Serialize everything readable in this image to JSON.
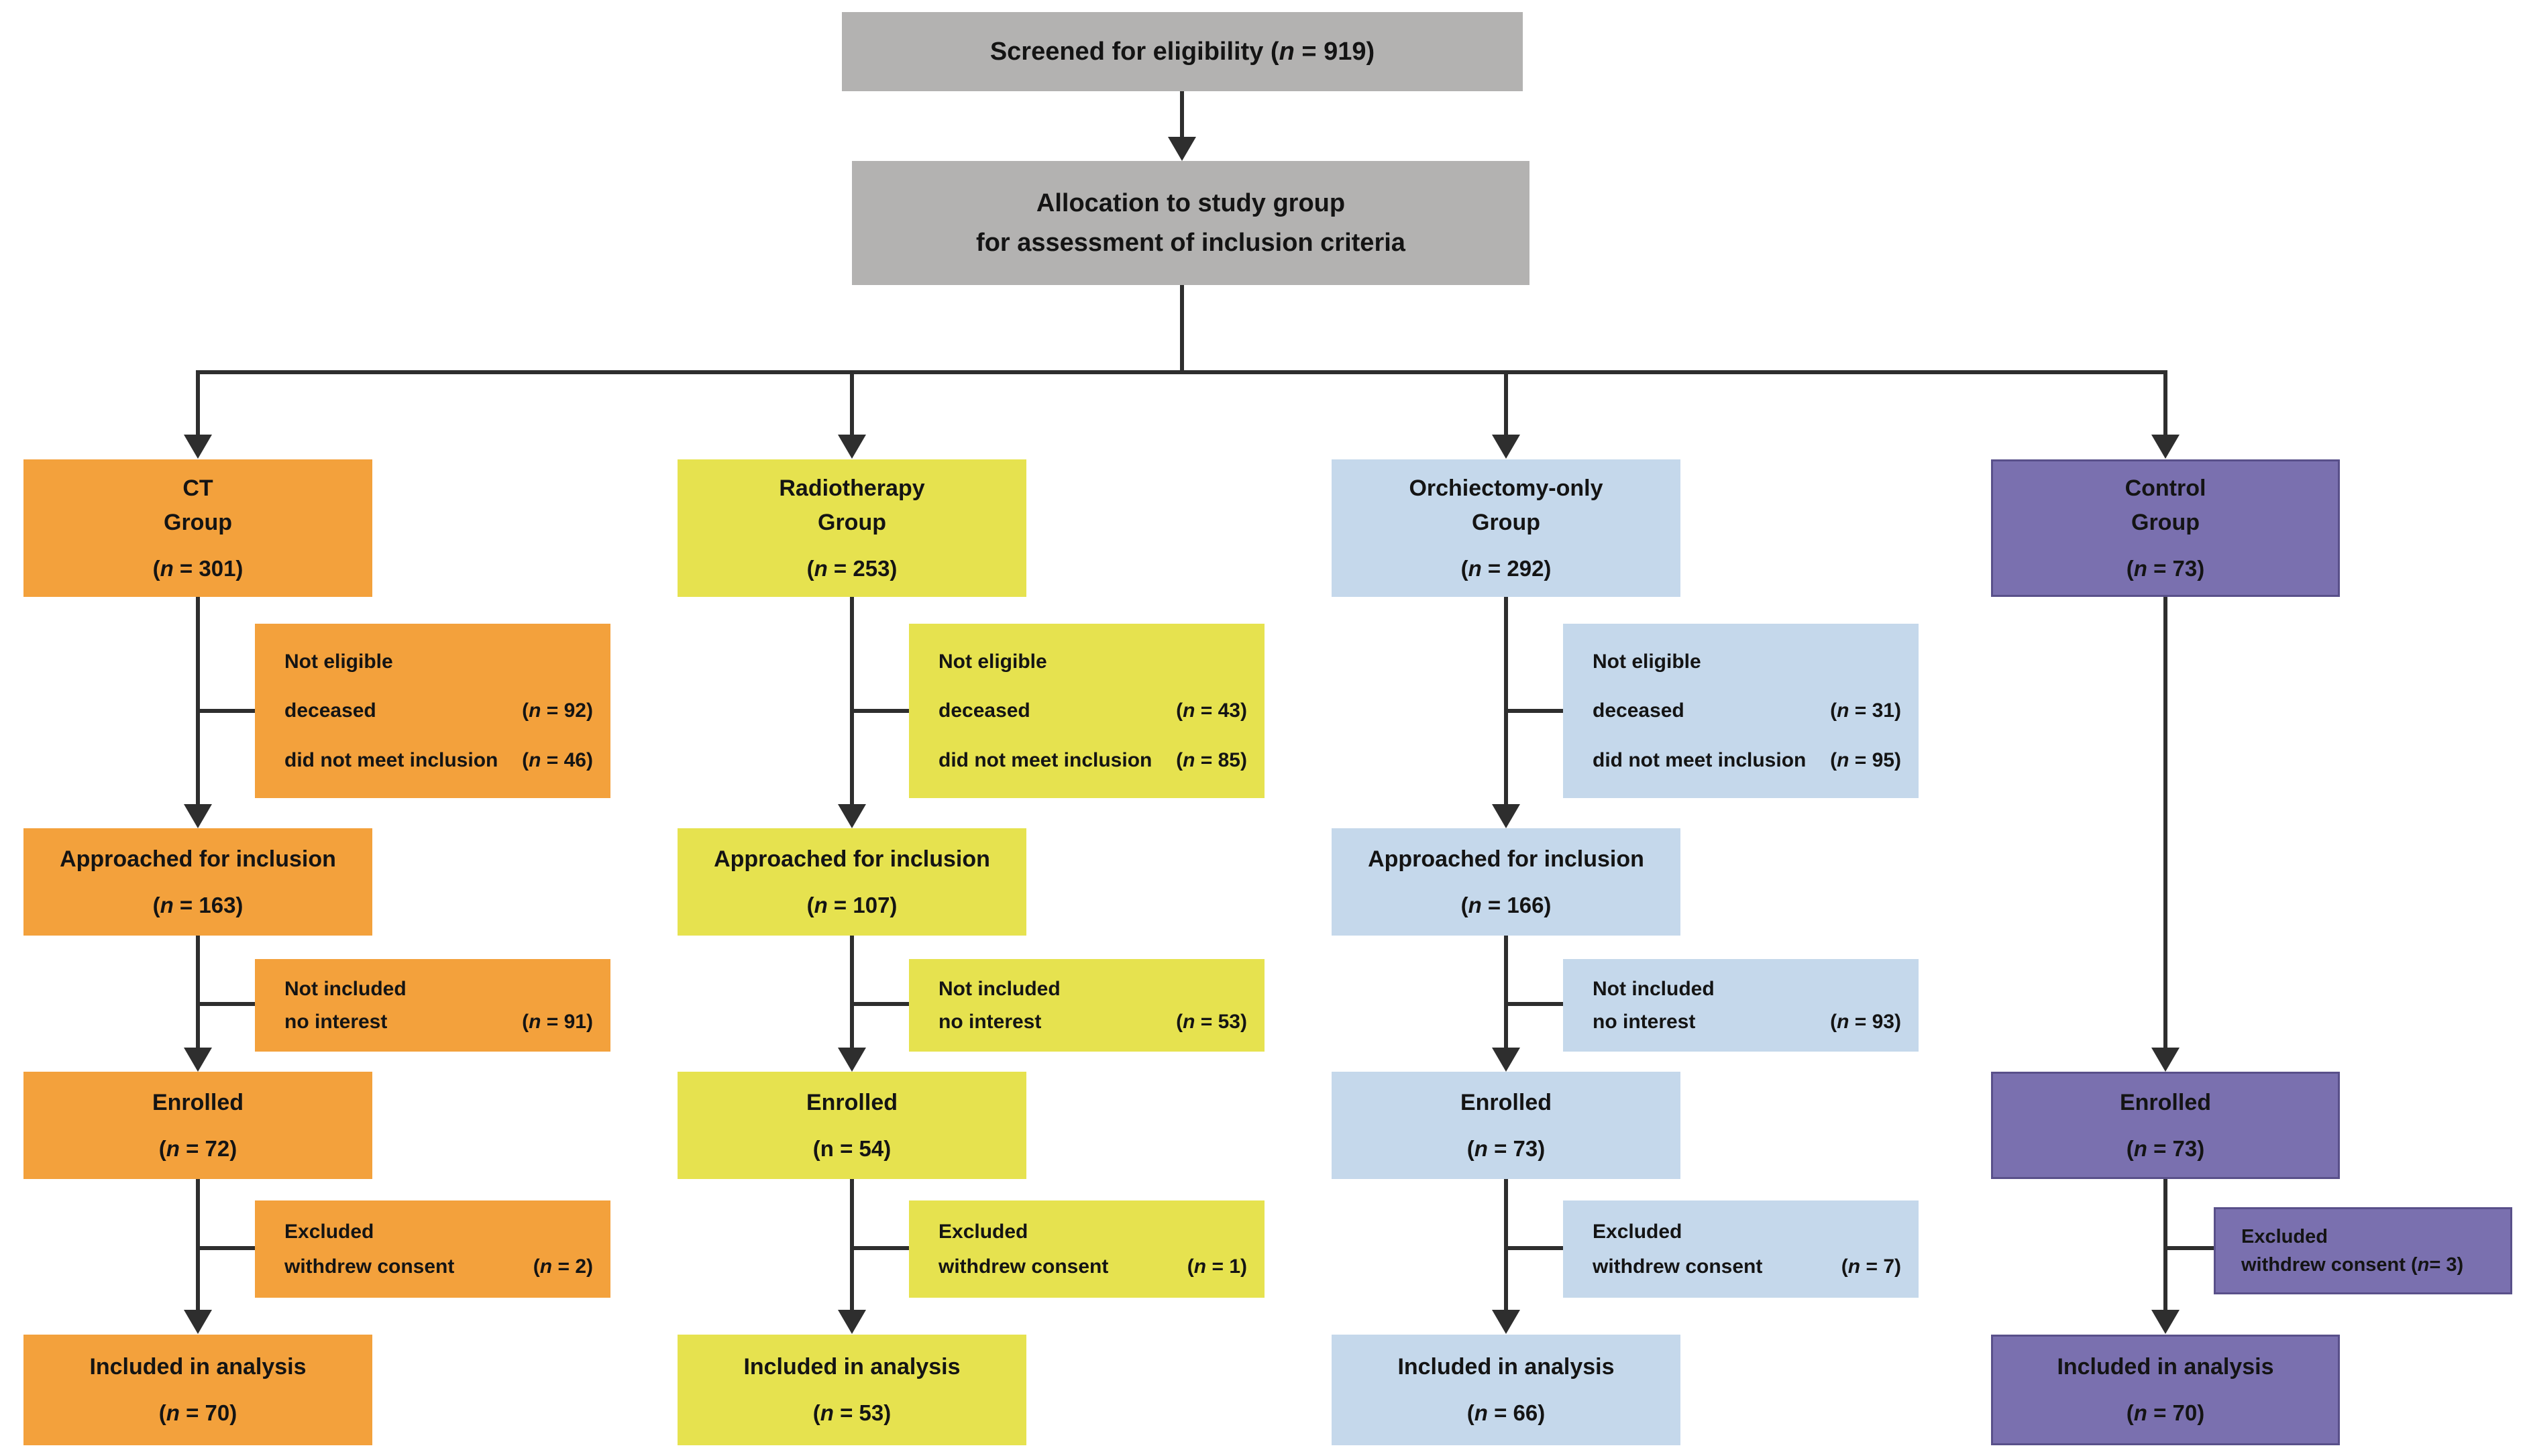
{
  "colors": {
    "ct": "#F3A13C",
    "radiotherapy": "#E6E24F",
    "orchiectomy": "#C5D8EB",
    "control": "#7A70AF",
    "gray": "#B3B2B1",
    "line": "#2E2E2E"
  },
  "top": {
    "screened": "Screened for eligibility (n = 919)",
    "allocation_line1": "Allocation to study group",
    "allocation_line2": "for assessment of inclusion criteria"
  },
  "columns": [
    {
      "id": "ct",
      "group": [
        "CT",
        "Group",
        "(n = 301)"
      ],
      "not_eligible": {
        "title": "Not eligible",
        "rows": [
          {
            "label": "deceased",
            "value": "(n = 92)"
          },
          {
            "label": "did not meet inclusion",
            "value": "(n = 46)"
          }
        ]
      },
      "approached": {
        "label": "Approached for inclusion",
        "n": "(n = 163)"
      },
      "not_included": {
        "title": "Not included",
        "rows": [
          {
            "label": "no interest",
            "value": "(n = 91)"
          }
        ]
      },
      "enrolled": {
        "label": "Enrolled",
        "n": "(n = 72)"
      },
      "excluded": {
        "title": "Excluded",
        "rows": [
          {
            "label": "withdrew consent",
            "value": "(n = 2)"
          }
        ]
      },
      "included": {
        "label": "Included in analysis",
        "n": "(n = 70)"
      }
    },
    {
      "id": "radiotherapy",
      "group": [
        "Radiotherapy",
        "Group",
        "(n = 253)"
      ],
      "not_eligible": {
        "title": "Not eligible",
        "rows": [
          {
            "label": "deceased",
            "value": "(n = 43)"
          },
          {
            "label": "did not meet inclusion",
            "value": "(n = 85)"
          }
        ]
      },
      "approached": {
        "label": "Approached for inclusion",
        "n": "(n = 107)"
      },
      "not_included": {
        "title": "Not included",
        "rows": [
          {
            "label": "no interest",
            "value": "(n = 53)"
          }
        ]
      },
      "enrolled": {
        "label": "Enrolled",
        "n": "(n = 54)"
      },
      "excluded": {
        "title": "Excluded",
        "rows": [
          {
            "label": "withdrew consent",
            "value": "(n = 1)"
          }
        ]
      },
      "included": {
        "label": "Included in analysis",
        "n": "(n = 53)"
      }
    },
    {
      "id": "orchiectomy",
      "group": [
        "Orchiectomy-only",
        "Group",
        "(n = 292)"
      ],
      "not_eligible": {
        "title": "Not eligible",
        "rows": [
          {
            "label": "deceased",
            "value": "(n = 31)"
          },
          {
            "label": "did not meet inclusion",
            "value": "(n = 95)"
          }
        ]
      },
      "approached": {
        "label": "Approached for inclusion",
        "n": "(n = 166)"
      },
      "not_included": {
        "title": "Not included",
        "rows": [
          {
            "label": "no interest",
            "value": "(n = 93)"
          }
        ]
      },
      "enrolled": {
        "label": "Enrolled",
        "n": "(n = 73)"
      },
      "excluded": {
        "title": "Excluded",
        "rows": [
          {
            "label": "withdrew consent",
            "value": "(n = 7)"
          }
        ]
      },
      "included": {
        "label": "Included in analysis",
        "n": "(n = 66)"
      }
    },
    {
      "id": "control",
      "group": [
        "Control",
        "Group",
        "(n = 73)"
      ],
      "enrolled": {
        "label": "Enrolled",
        "n": "(n = 73)"
      },
      "excluded": {
        "title": "Excluded",
        "inline": "withdrew consent (n = 3)"
      },
      "included": {
        "label": "Included in analysis",
        "n": "(n = 70)"
      }
    }
  ]
}
